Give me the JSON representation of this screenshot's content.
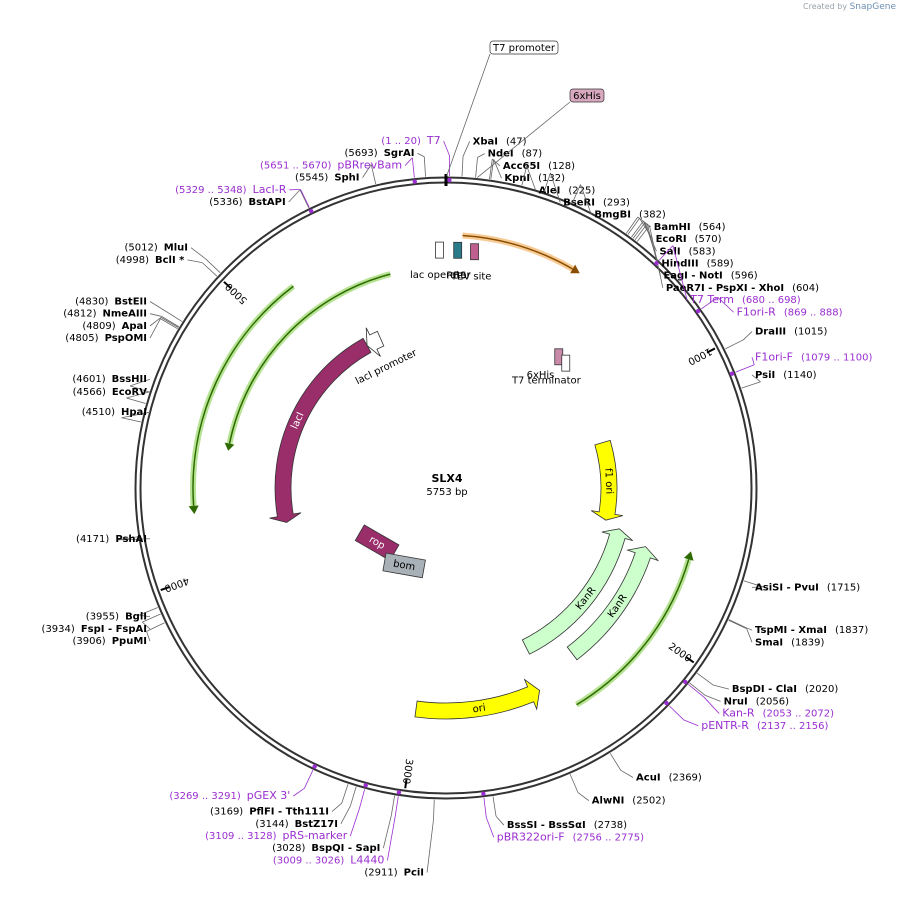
{
  "credit": {
    "prefix": "Created by",
    "brand": "SnapGene"
  },
  "plasmid": {
    "name": "SLX4",
    "length_label": "5753 bp",
    "length": 5753
  },
  "ticks": [
    {
      "label": "1000",
      "bp": 1000
    },
    {
      "label": "2000",
      "bp": 2000
    },
    {
      "label": "3000",
      "bp": 3000
    },
    {
      "label": "4000",
      "bp": 4000
    },
    {
      "label": "5000",
      "bp": 5000
    }
  ],
  "sites": [
    {
      "name": "SgrAI",
      "pos": "(5693)",
      "bp": 5693,
      "side": "L"
    },
    {
      "name": "SphI",
      "pos": "(5545)",
      "bp": 5545,
      "side": "L"
    },
    {
      "name": "BstAPI",
      "pos": "(5336)",
      "bp": 5336,
      "side": "L"
    },
    {
      "name": "MluI",
      "pos": "(5012)",
      "bp": 5012,
      "side": "L"
    },
    {
      "name": "BclI *",
      "pos": "(4998)",
      "bp": 4998,
      "side": "L"
    },
    {
      "name": "BstEII",
      "pos": "(4830)",
      "bp": 4830,
      "side": "L"
    },
    {
      "name": "NmeAIII",
      "pos": "(4812)",
      "bp": 4812,
      "side": "L"
    },
    {
      "name": "ApaI",
      "pos": "(4809)",
      "bp": 4809,
      "side": "L"
    },
    {
      "name": "PspOMI",
      "pos": "(4805)",
      "bp": 4805,
      "side": "L"
    },
    {
      "name": "BssHII",
      "pos": "(4601)",
      "bp": 4601,
      "side": "L"
    },
    {
      "name": "EcoRV",
      "pos": "(4566)",
      "bp": 4566,
      "side": "L"
    },
    {
      "name": "HpaI",
      "pos": "(4510)",
      "bp": 4510,
      "side": "L"
    },
    {
      "name": "PshAI",
      "pos": "(4171)",
      "bp": 4171,
      "side": "L"
    },
    {
      "name": "BglI",
      "pos": "(3955)",
      "bp": 3955,
      "side": "L"
    },
    {
      "name": "FspI - FspAI",
      "pos": "(3934)",
      "bp": 3934,
      "side": "L"
    },
    {
      "name": "PpuMI",
      "pos": "(3906)",
      "bp": 3906,
      "side": "L"
    },
    {
      "name": "PflFI - Tth111I",
      "pos": "(3169)",
      "bp": 3169,
      "side": "L"
    },
    {
      "name": "BstZ17I",
      "pos": "(3144)",
      "bp": 3144,
      "side": "L"
    },
    {
      "name": "BspQI - SapI",
      "pos": "(3028)",
      "bp": 3028,
      "side": "L"
    },
    {
      "name": "PciI",
      "pos": "(2911)",
      "bp": 2911,
      "side": "L"
    },
    {
      "name": "XbaI",
      "pos": "(47)",
      "bp": 47,
      "side": "R"
    },
    {
      "name": "NdeI",
      "pos": "(87)",
      "bp": 87,
      "side": "R"
    },
    {
      "name": "Acc65I",
      "pos": "(128)",
      "bp": 128,
      "side": "R"
    },
    {
      "name": "KpnI",
      "pos": "(132)",
      "bp": 132,
      "side": "R"
    },
    {
      "name": "AleI",
      "pos": "(225)",
      "bp": 225,
      "side": "R"
    },
    {
      "name": "BseRI",
      "pos": "(293)",
      "bp": 293,
      "side": "R"
    },
    {
      "name": "BmgBI",
      "pos": "(382)",
      "bp": 382,
      "side": "R"
    },
    {
      "name": "BamHI",
      "pos": "(564)",
      "bp": 564,
      "side": "R"
    },
    {
      "name": "EcoRI",
      "pos": "(570)",
      "bp": 570,
      "side": "R"
    },
    {
      "name": "SalI",
      "pos": "(583)",
      "bp": 583,
      "side": "R"
    },
    {
      "name": "HindIII",
      "pos": "(589)",
      "bp": 589,
      "side": "R"
    },
    {
      "name": "EagI - NotI",
      "pos": "(596)",
      "bp": 596,
      "side": "R"
    },
    {
      "name": "PaeR7I - PspXI - XhoI",
      "pos": "(604)",
      "bp": 604,
      "side": "R"
    },
    {
      "name": "DraIII",
      "pos": "(1015)",
      "bp": 1015,
      "side": "R"
    },
    {
      "name": "PsiI",
      "pos": "(1140)",
      "bp": 1140,
      "side": "R"
    },
    {
      "name": "AsiSI - PvuI",
      "pos": "(1715)",
      "bp": 1715,
      "side": "R"
    },
    {
      "name": "TspMI - XmaI",
      "pos": "(1837)",
      "bp": 1837,
      "side": "R"
    },
    {
      "name": "SmaI",
      "pos": "(1839)",
      "bp": 1839,
      "side": "R"
    },
    {
      "name": "BspDI - ClaI",
      "pos": "(2020)",
      "bp": 2020,
      "side": "R"
    },
    {
      "name": "NruI",
      "pos": "(2056)",
      "bp": 2056,
      "side": "R"
    },
    {
      "name": "AcuI",
      "pos": "(2369)",
      "bp": 2369,
      "side": "R"
    },
    {
      "name": "AlwNI",
      "pos": "(2502)",
      "bp": 2502,
      "side": "R"
    },
    {
      "name": "BssSI - BssSαI",
      "pos": "(2738)",
      "bp": 2738,
      "side": "R"
    }
  ],
  "primers": [
    {
      "name": "T7",
      "range": "(1 .. 20)",
      "bp": 10,
      "side": "L"
    },
    {
      "name": "pBRrevBam",
      "range": "(5651 .. 5670)",
      "bp": 5660,
      "side": "L"
    },
    {
      "name": "LacI-R",
      "range": "(5329 .. 5348)",
      "bp": 5338,
      "side": "L"
    },
    {
      "name": "pGEX 3'",
      "range": "(3269 .. 3291)",
      "bp": 3280,
      "side": "L"
    },
    {
      "name": "pRS-marker",
      "range": "(3109 .. 3128)",
      "bp": 3118,
      "side": "L"
    },
    {
      "name": "L4440",
      "range": "(3009 .. 3026)",
      "bp": 3017,
      "side": "L"
    },
    {
      "name": "T7 Term",
      "range": "(680 .. 698)",
      "bp": 689,
      "side": "R"
    },
    {
      "name": "F1ori-R",
      "range": "(869 .. 888)",
      "bp": 878,
      "side": "R"
    },
    {
      "name": "F1ori-F",
      "range": "(1079 .. 1100)",
      "bp": 1090,
      "side": "R"
    },
    {
      "name": "Kan-R",
      "range": "(2053 .. 2072)",
      "bp": 2062,
      "side": "R"
    },
    {
      "name": "pENTR-R",
      "range": "(2137 .. 2156)",
      "bp": 2146,
      "side": "R"
    },
    {
      "name": "pBR322ori-F",
      "range": "(2756 .. 2775)",
      "bp": 2765,
      "side": "R"
    }
  ],
  "boxed_labels": [
    {
      "name": "T7 promoter",
      "bp": 2
    },
    {
      "name": "6xHis",
      "bp": 92
    }
  ],
  "features": [
    {
      "name": "lacI",
      "start": 4120,
      "end": 5290,
      "dir": -1,
      "color": "#9a2e6a",
      "band": "inner",
      "label_on_arrow": true
    },
    {
      "name": "lacI promoter",
      "start": 5290,
      "end": 5375,
      "dir": -1,
      "color": "#ffffff",
      "band": "inner",
      "label_on_arrow": false
    },
    {
      "name": "f1 ori",
      "start": 1180,
      "end": 1620,
      "dir": 1,
      "color": "#ffff00",
      "band": "inner",
      "label_on_arrow": true
    },
    {
      "name": "KanR",
      "start": 1650,
      "end": 2450,
      "dir": -1,
      "color": "#ccffcc",
      "band": "inner",
      "label_on_arrow": true
    },
    {
      "name": "KanR",
      "start": 1700,
      "end": 2280,
      "dir": -1,
      "color": "#ccffcc",
      "band": "inner2",
      "label_on_arrow": true
    },
    {
      "name": "ori",
      "start": 2480,
      "end": 3000,
      "dir": -1,
      "color": "#ffff00",
      "band": "inner",
      "label_on_arrow": true
    }
  ],
  "rings": [
    {
      "start": 60,
      "end": 480,
      "dir": 1,
      "color": "#f0a040"
    },
    {
      "start": 1700,
      "end": 2380,
      "dir": -1,
      "color": "#7ccc3c"
    },
    {
      "start": 4250,
      "end": 5160,
      "dir": -1,
      "color": "#7ccc3c"
    },
    {
      "start": 4500,
      "end": 5520,
      "dir": -1,
      "color": "#7ccc3c"
    }
  ],
  "small_features": [
    {
      "name": "lac operator",
      "bp": 5728
    },
    {
      "name": "RBS",
      "bp": 45
    },
    {
      "name": "TEV site",
      "bp": 110
    },
    {
      "name": "6xHis",
      "bp": 650
    },
    {
      "name": "T7 terminator",
      "bp": 700
    },
    {
      "name": "rop",
      "bp": 3700
    },
    {
      "name": "bom",
      "bp": 3330
    }
  ]
}
